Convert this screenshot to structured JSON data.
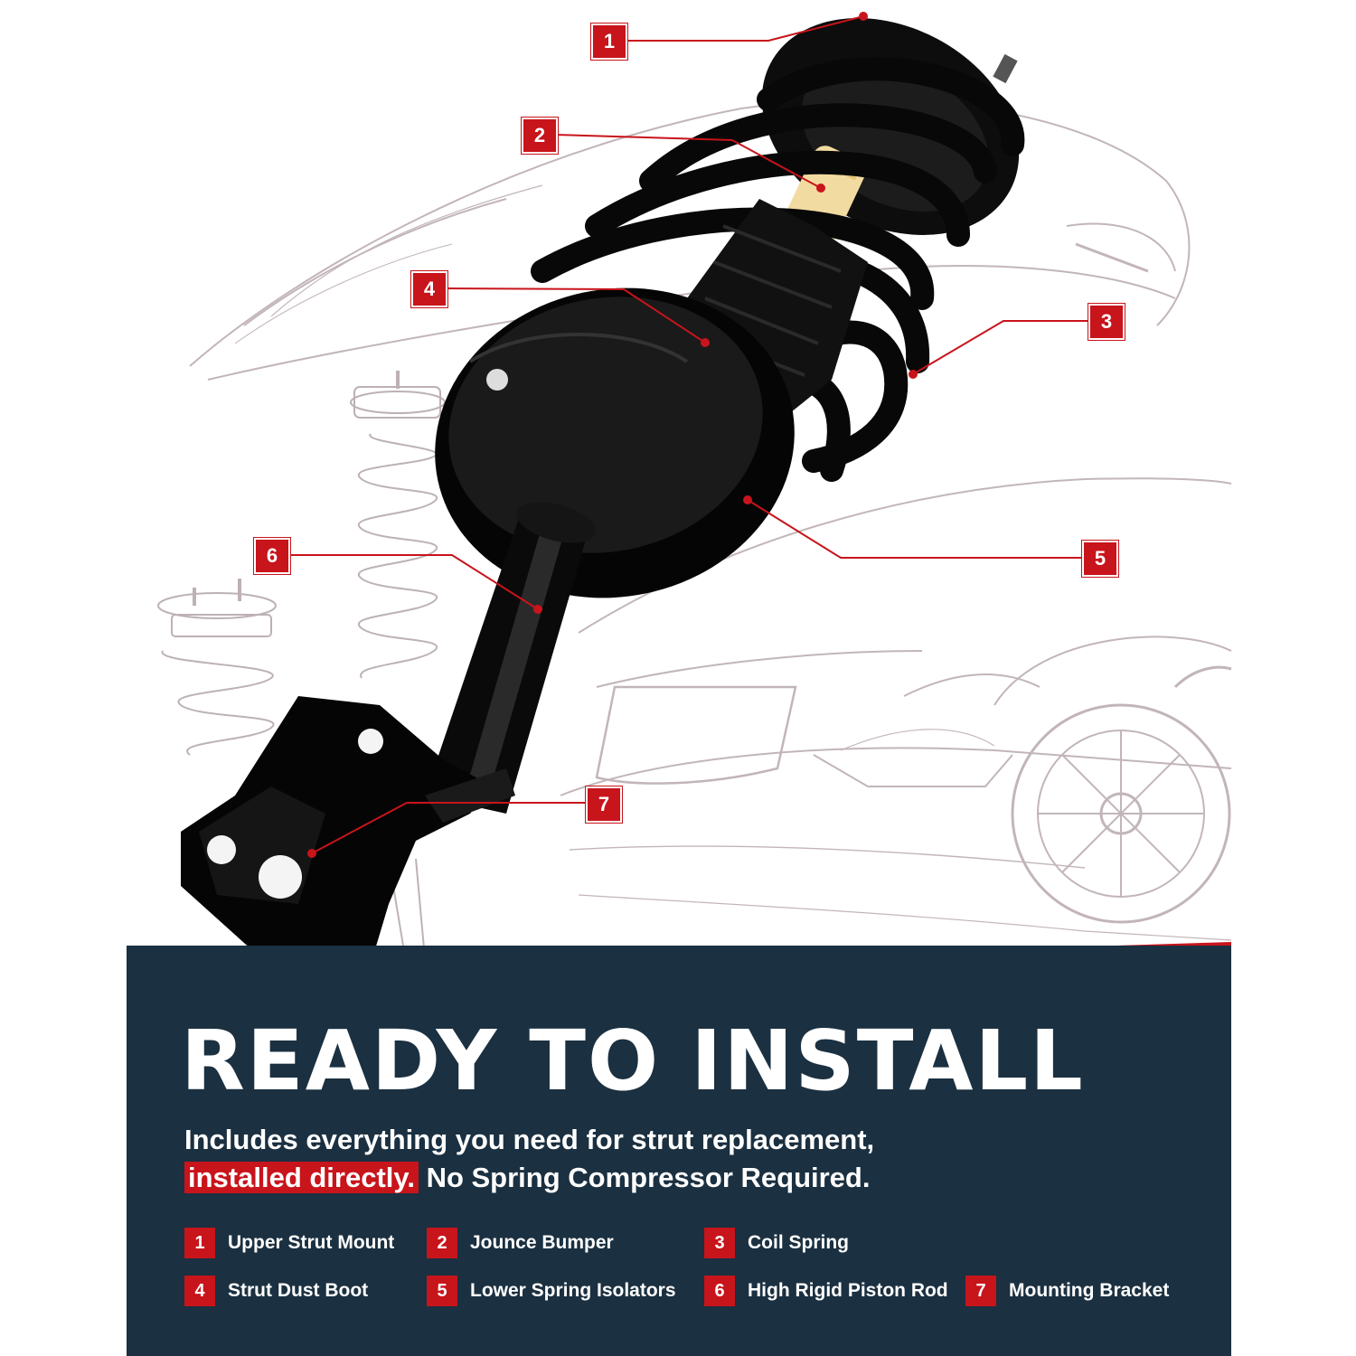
{
  "colors": {
    "accent": "#c8141b",
    "panel": "#1b3040",
    "text": "#ffffff",
    "sketch": "#b5a8ad"
  },
  "headline": "READY TO INSTALL",
  "subtitle": {
    "line1": "Includes everything you need for strut replacement,",
    "highlight": "installed directly.",
    "line2_rest": " No Spring Compressor Required."
  },
  "callouts": [
    {
      "number": "1"
    },
    {
      "number": "2"
    },
    {
      "number": "3"
    },
    {
      "number": "4"
    },
    {
      "number": "5"
    },
    {
      "number": "6"
    },
    {
      "number": "7"
    }
  ],
  "legend": [
    {
      "number": "1",
      "label": "Upper Strut Mount"
    },
    {
      "number": "2",
      "label": "Jounce Bumper"
    },
    {
      "number": "3",
      "label": "Coil Spring"
    },
    {
      "number": "4",
      "label": "Strut Dust Boot"
    },
    {
      "number": "5",
      "label": "Lower Spring Isolators"
    },
    {
      "number": "6",
      "label": "High Rigid Piston Rod"
    },
    {
      "number": "7",
      "label": "Mounting Bracket"
    }
  ]
}
